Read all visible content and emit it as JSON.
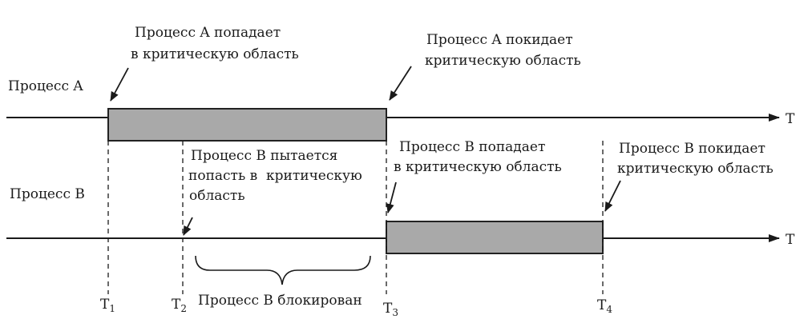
{
  "process_a": {
    "label": "Процесс A",
    "enter_annotation": [
      "Процесс A попадает",
      "в критическую область"
    ],
    "leave_annotation": [
      "Процесс A покидает",
      "критическую область"
    ]
  },
  "process_b": {
    "label": "Процесс B",
    "try_annotation": [
      "Процесс B пытается",
      "попасть в  критическую",
      "область"
    ],
    "enter_annotation": [
      "Процесс B попадает",
      "в критическую область"
    ],
    "leave_annotation": [
      "Процесс B покидает",
      "критическую область"
    ],
    "blocked_label": "Процесс B блокирован"
  },
  "axis_label": "T",
  "time_marks": [
    {
      "name": "T",
      "sub": "1"
    },
    {
      "name": "T",
      "sub": "2"
    },
    {
      "name": "T",
      "sub": "3"
    },
    {
      "name": "T",
      "sub": "4"
    }
  ],
  "colors": {
    "line": "#1a1a1a",
    "critical_fill": "#a9a9a9",
    "critical_stroke": "#222222"
  }
}
